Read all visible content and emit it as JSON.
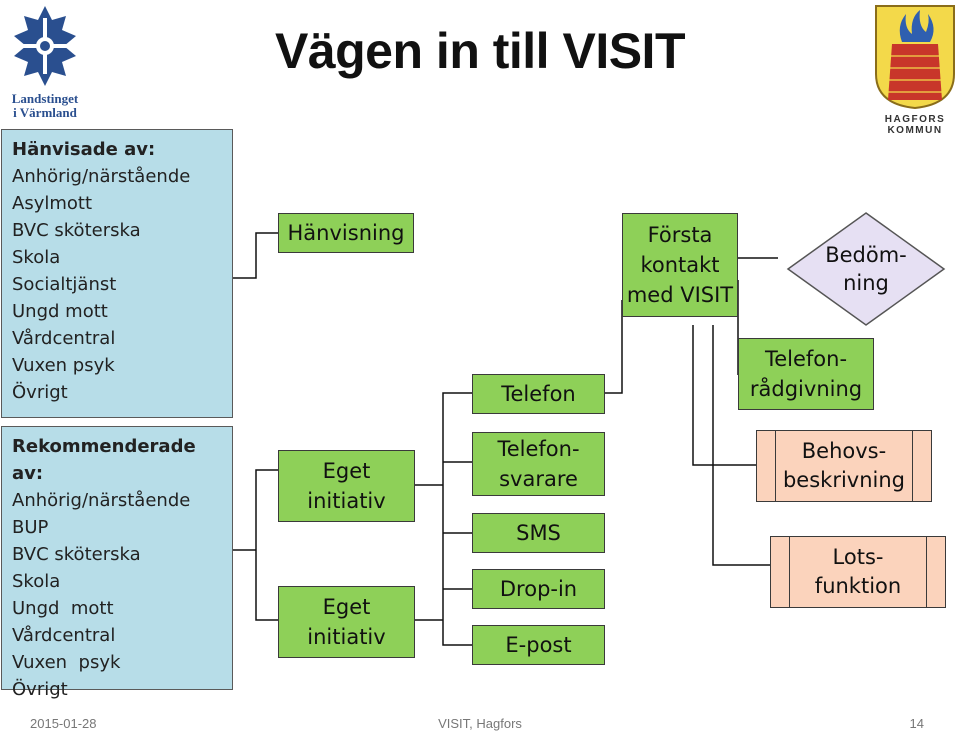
{
  "title": "Vägen in till VISIT",
  "logos": {
    "left_line1": "Landstinget",
    "left_line2": "i Värmland",
    "right": "HAGFORS KOMMUN"
  },
  "referred": {
    "heading": "Hänvisade av:",
    "items": [
      "Anhörig/närstående",
      "Asylmott",
      "BVC sköterska",
      "Skola",
      "Socialtjänst",
      "Ungd mott",
      "Vårdcentral",
      "Vuxen psyk",
      "Övrigt"
    ]
  },
  "recommended": {
    "heading": "Rekommenderade av:",
    "items": [
      "Anhörig/närstående",
      "BUP",
      "BVC sköterska",
      "Skola",
      "Ungd  mott",
      "Vårdcentral",
      "Vuxen  psyk",
      "Övrigt"
    ]
  },
  "boxes": {
    "hanvisning": "Hänvisning",
    "eget1": "Eget\ninitiativ",
    "eget2": "Eget\ninitiativ",
    "telefon": "Telefon",
    "telefonsvarare": "Telefon-\nsvarare",
    "sms": "SMS",
    "dropin": "Drop-in",
    "epost": "E-post",
    "forsta_kontakt": "Första\nkontakt\nmed VISIT",
    "telefonradgivning": "Telefon-\nrådgivning",
    "bedomning": "Bedöm-\nning",
    "behovsbeskrivning": "Behovs-\nbeskrivning",
    "lotsfunktion": "Lots-\nfunktion"
  },
  "colors": {
    "referral_box": "#b7dde8",
    "channel_box": "#8ed058",
    "outcome_box": "#fbd3bc",
    "assessment_diamond": "#e6e0f3"
  },
  "footer": {
    "date": "2015-01-28",
    "center": "VISIT, Hagfors",
    "page": "14"
  }
}
